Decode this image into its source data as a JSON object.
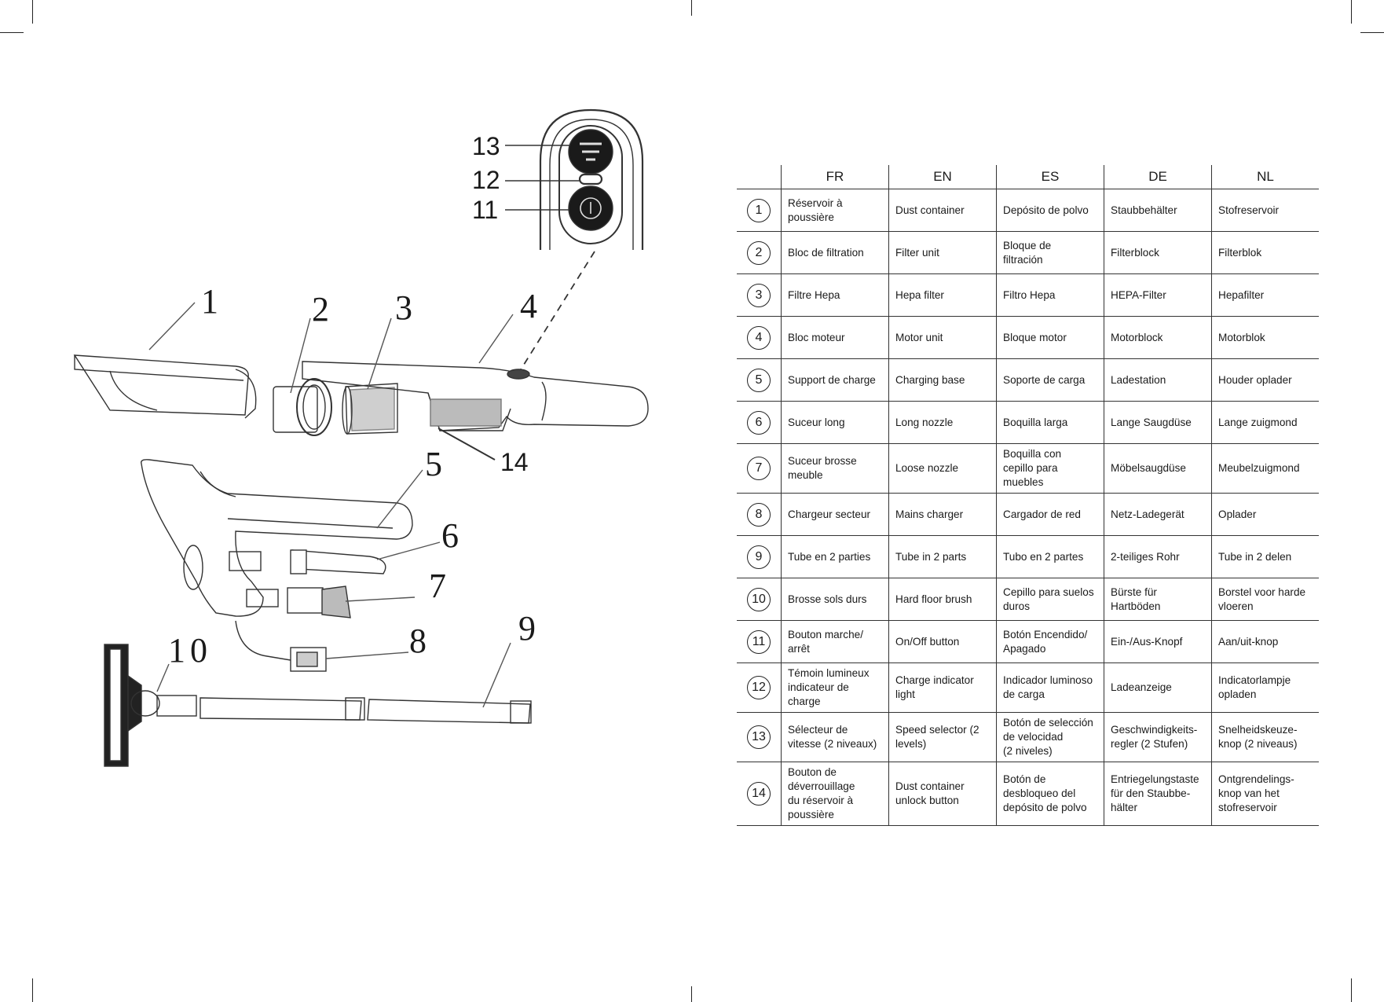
{
  "diagram": {
    "callouts": {
      "n1": "1",
      "n2": "2",
      "n3": "3",
      "n4": "4",
      "n5": "5",
      "n6": "6",
      "n7": "7",
      "n8": "8",
      "n9": "9",
      "n10": "10",
      "n11": "11",
      "n12": "12",
      "n13": "13",
      "n14": "14"
    }
  },
  "table": {
    "headers": [
      "FR",
      "EN",
      "ES",
      "DE",
      "NL"
    ],
    "rows": [
      {
        "num": "1",
        "cells": [
          "Réservoir à\npoussière",
          "Dust container",
          "Depósito de polvo",
          "Staubbehälter",
          "Stofreservoir"
        ]
      },
      {
        "num": "2",
        "cells": [
          "Bloc de filtration",
          "Filter unit",
          "Bloque de\nfiltración",
          "Filterblock",
          "Filterblok"
        ]
      },
      {
        "num": "3",
        "cells": [
          "Filtre Hepa",
          "Hepa filter",
          "Filtro Hepa",
          "HEPA-Filter",
          "Hepafilter"
        ]
      },
      {
        "num": "4",
        "cells": [
          "Bloc moteur",
          "Motor unit",
          "Bloque motor",
          "Motorblock",
          "Motorblok"
        ]
      },
      {
        "num": "5",
        "cells": [
          "Support de charge",
          "Charging base",
          "Soporte de carga",
          "Ladestation",
          "Houder oplader"
        ]
      },
      {
        "num": "6",
        "cells": [
          "Suceur long",
          "Long nozzle",
          "Boquilla larga",
          "Lange Saugdüse",
          "Lange zuigmond"
        ]
      },
      {
        "num": "7",
        "cells": [
          "Suceur brosse\nmeuble",
          "Loose nozzle",
          "Boquilla con\ncepillo para\nmuebles",
          "Möbelsaugdüse",
          "Meubelzuigmond"
        ]
      },
      {
        "num": "8",
        "cells": [
          "Chargeur secteur",
          "Mains charger",
          "Cargador de red",
          "Netz-Ladegerät",
          "Oplader"
        ]
      },
      {
        "num": "9",
        "cells": [
          "Tube en 2 parties",
          "Tube in 2 parts",
          "Tubo en 2 partes",
          "2-teiliges Rohr",
          "Tube in 2 delen"
        ]
      },
      {
        "num": "10",
        "cells": [
          "Brosse sols durs",
          "Hard floor brush",
          "Cepillo para suelos\nduros",
          "Bürste für\nHartböden",
          "Borstel voor harde\nvloeren"
        ]
      },
      {
        "num": "11",
        "cells": [
          "Bouton marche/\narrêt",
          "On/Off button",
          "Botón Encendido/\nApagado",
          "Ein-/Aus-Knopf",
          "Aan/uit-knop"
        ]
      },
      {
        "num": "12",
        "cells": [
          "Témoin lumineux\nindicateur de\ncharge",
          "Charge indicator\nlight",
          "Indicador luminoso\nde carga",
          "Ladeanzeige",
          "Indicatorlampje\nopladen"
        ]
      },
      {
        "num": "13",
        "cells": [
          "Sélecteur de\nvitesse (2 niveaux)",
          "Speed selector (2\nlevels)",
          "Botón de selección\nde velocidad\n(2 niveles)",
          "Geschwindigkeits-\nregler (2 Stufen)",
          "Snelheidskeuze-\nknop (2 niveaus)"
        ]
      },
      {
        "num": "14",
        "cells": [
          "Bouton de\ndéverrouillage\ndu réservoir à\npoussière",
          "Dust container\nunlock button",
          "Botón de\ndesbloqueo del\ndepósito de polvo",
          "Entriegelungstaste\nfür den Staubbe-\nhälter",
          "Ontgrendelings-\nknop van het\nstofreservoir"
        ]
      }
    ]
  }
}
